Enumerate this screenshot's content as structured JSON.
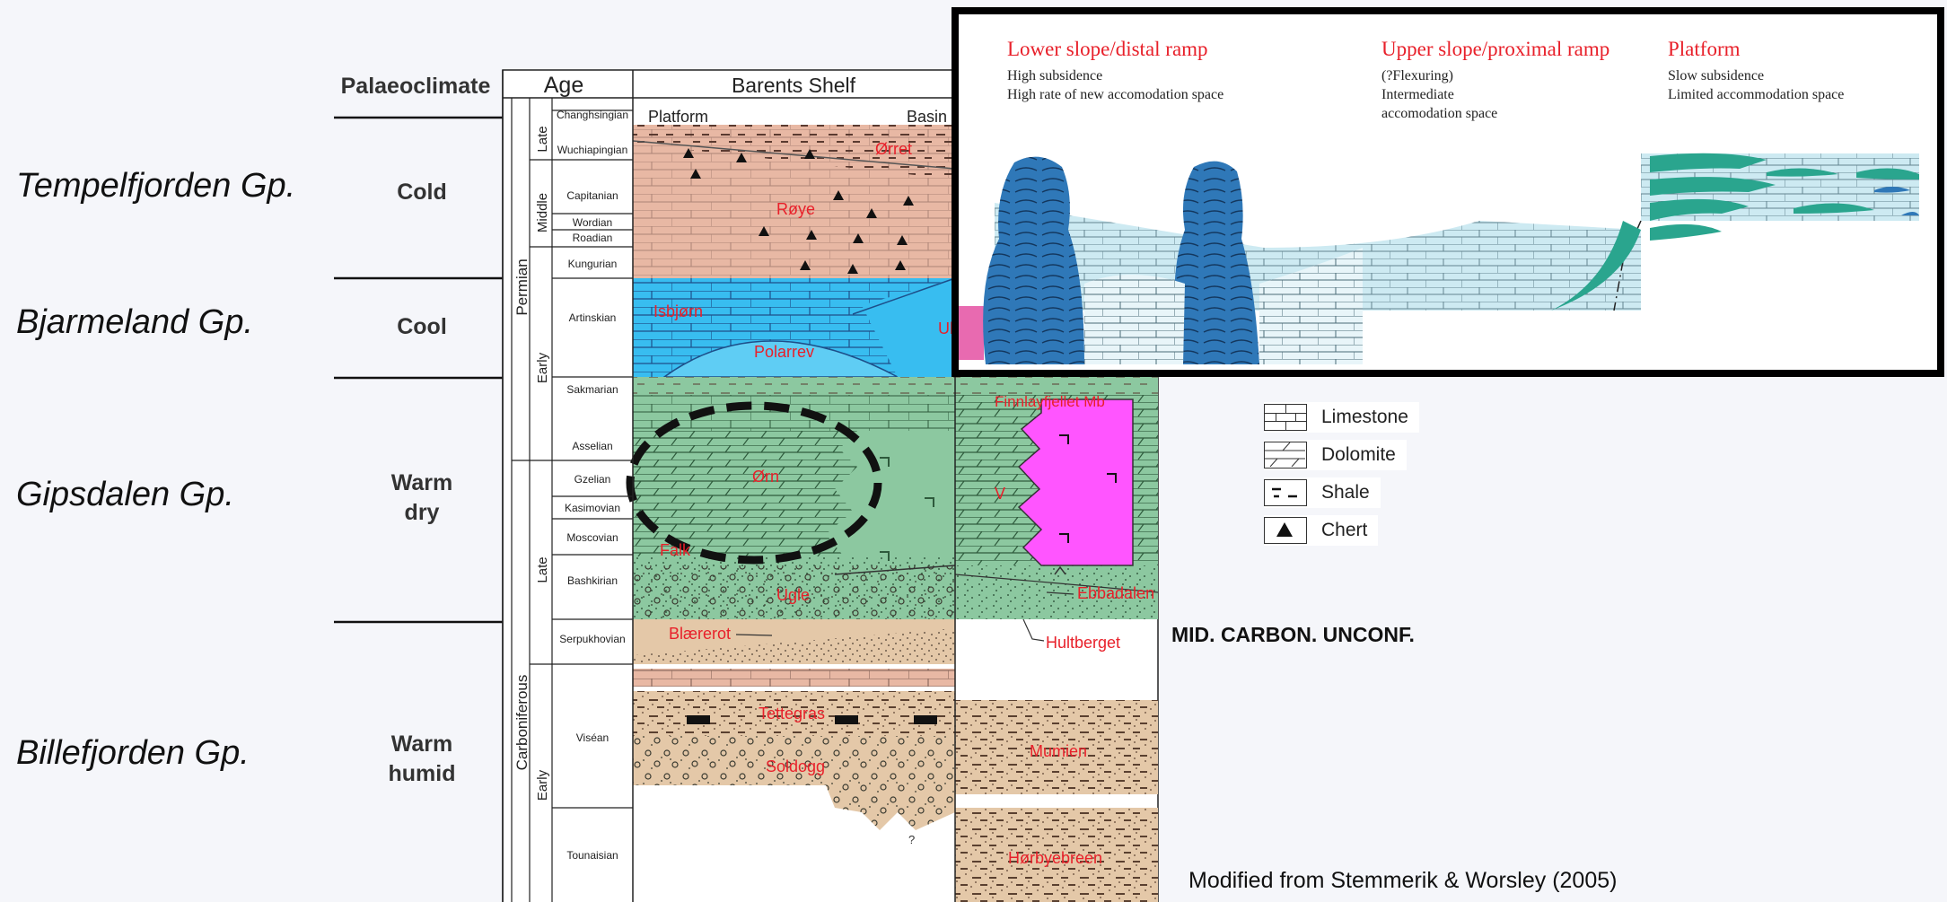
{
  "groups": [
    {
      "name": "Tempelfjorden Gp.",
      "climate": [
        "Cold"
      ]
    },
    {
      "name": "Bjarmeland Gp.",
      "climate": [
        "Cool"
      ]
    },
    {
      "name": "Gipsdalen Gp.",
      "climate": [
        "Warm",
        "dry"
      ]
    },
    {
      "name": "Billefjorden Gp.",
      "climate": [
        "Warm",
        "humid"
      ]
    }
  ],
  "headers": {
    "palaeoclimate": "Palaeoclimate",
    "age": "Age",
    "barents_shelf": "Barents Shelf",
    "platform": "Platform",
    "basin": "Basin"
  },
  "periods": [
    "Permian",
    "Carboniferous"
  ],
  "epochs": [
    "Late",
    "Middle",
    "Early",
    "Late",
    "Early"
  ],
  "stages": [
    "Changhsingian",
    "Wuchiapingian",
    "Capitanian",
    "Wordian",
    "Roadian",
    "Kungurian",
    "Artinskian",
    "Sakmarian",
    "Asselian",
    "Gzelian",
    "Kasimovian",
    "Moscovian",
    "Bashkirian",
    "Serpukhovian",
    "Viséan",
    "Tounaisian"
  ],
  "formations": [
    "Ørret",
    "Røye",
    "Isbjørn",
    "Ulv",
    "Polarrev",
    "Finnlayfjellet Mb",
    "Ørn",
    "Falk",
    "V",
    "Ugle",
    "Ebbadalen",
    "Blærerot",
    "Hultberget",
    "Tettegras",
    "Soldogg",
    "Mumien",
    "Hørbyebreen",
    "?"
  ],
  "inset": {
    "zones": [
      {
        "title": "Lower slope/distal ramp",
        "lines": [
          "High subsidence",
          "High rate of new accomodation space"
        ]
      },
      {
        "title": "Upper slope/proximal ramp",
        "lines": [
          "(?Flexuring)",
          "Intermediate",
          "accomodation space"
        ]
      },
      {
        "title": "Platform",
        "lines": [
          "Slow subsidence",
          "Limited accommodation space"
        ]
      }
    ]
  },
  "legend": [
    {
      "label": "Limestone",
      "icon": "limestone-icon"
    },
    {
      "label": "Dolomite",
      "icon": "dolomite-icon"
    },
    {
      "label": "Shale",
      "icon": "shale-icon"
    },
    {
      "label": "Chert",
      "icon": "chert-icon"
    }
  ],
  "unconformity_label": "MID. CARBON. UNCONF.",
  "source": "Modified from Stemmerik & Worsley (2005)",
  "colors": {
    "salmon": "#e8b8a4",
    "blue": "#38bdf0",
    "green": "#8cc8a0",
    "magenta": "#ff55ff",
    "sand": "#e4c8a8",
    "formation_red": "#e8202a",
    "inset_dark": "#2f78b8",
    "inset_teal": "#2aa58e",
    "inset_water": "#cdeaf2"
  }
}
